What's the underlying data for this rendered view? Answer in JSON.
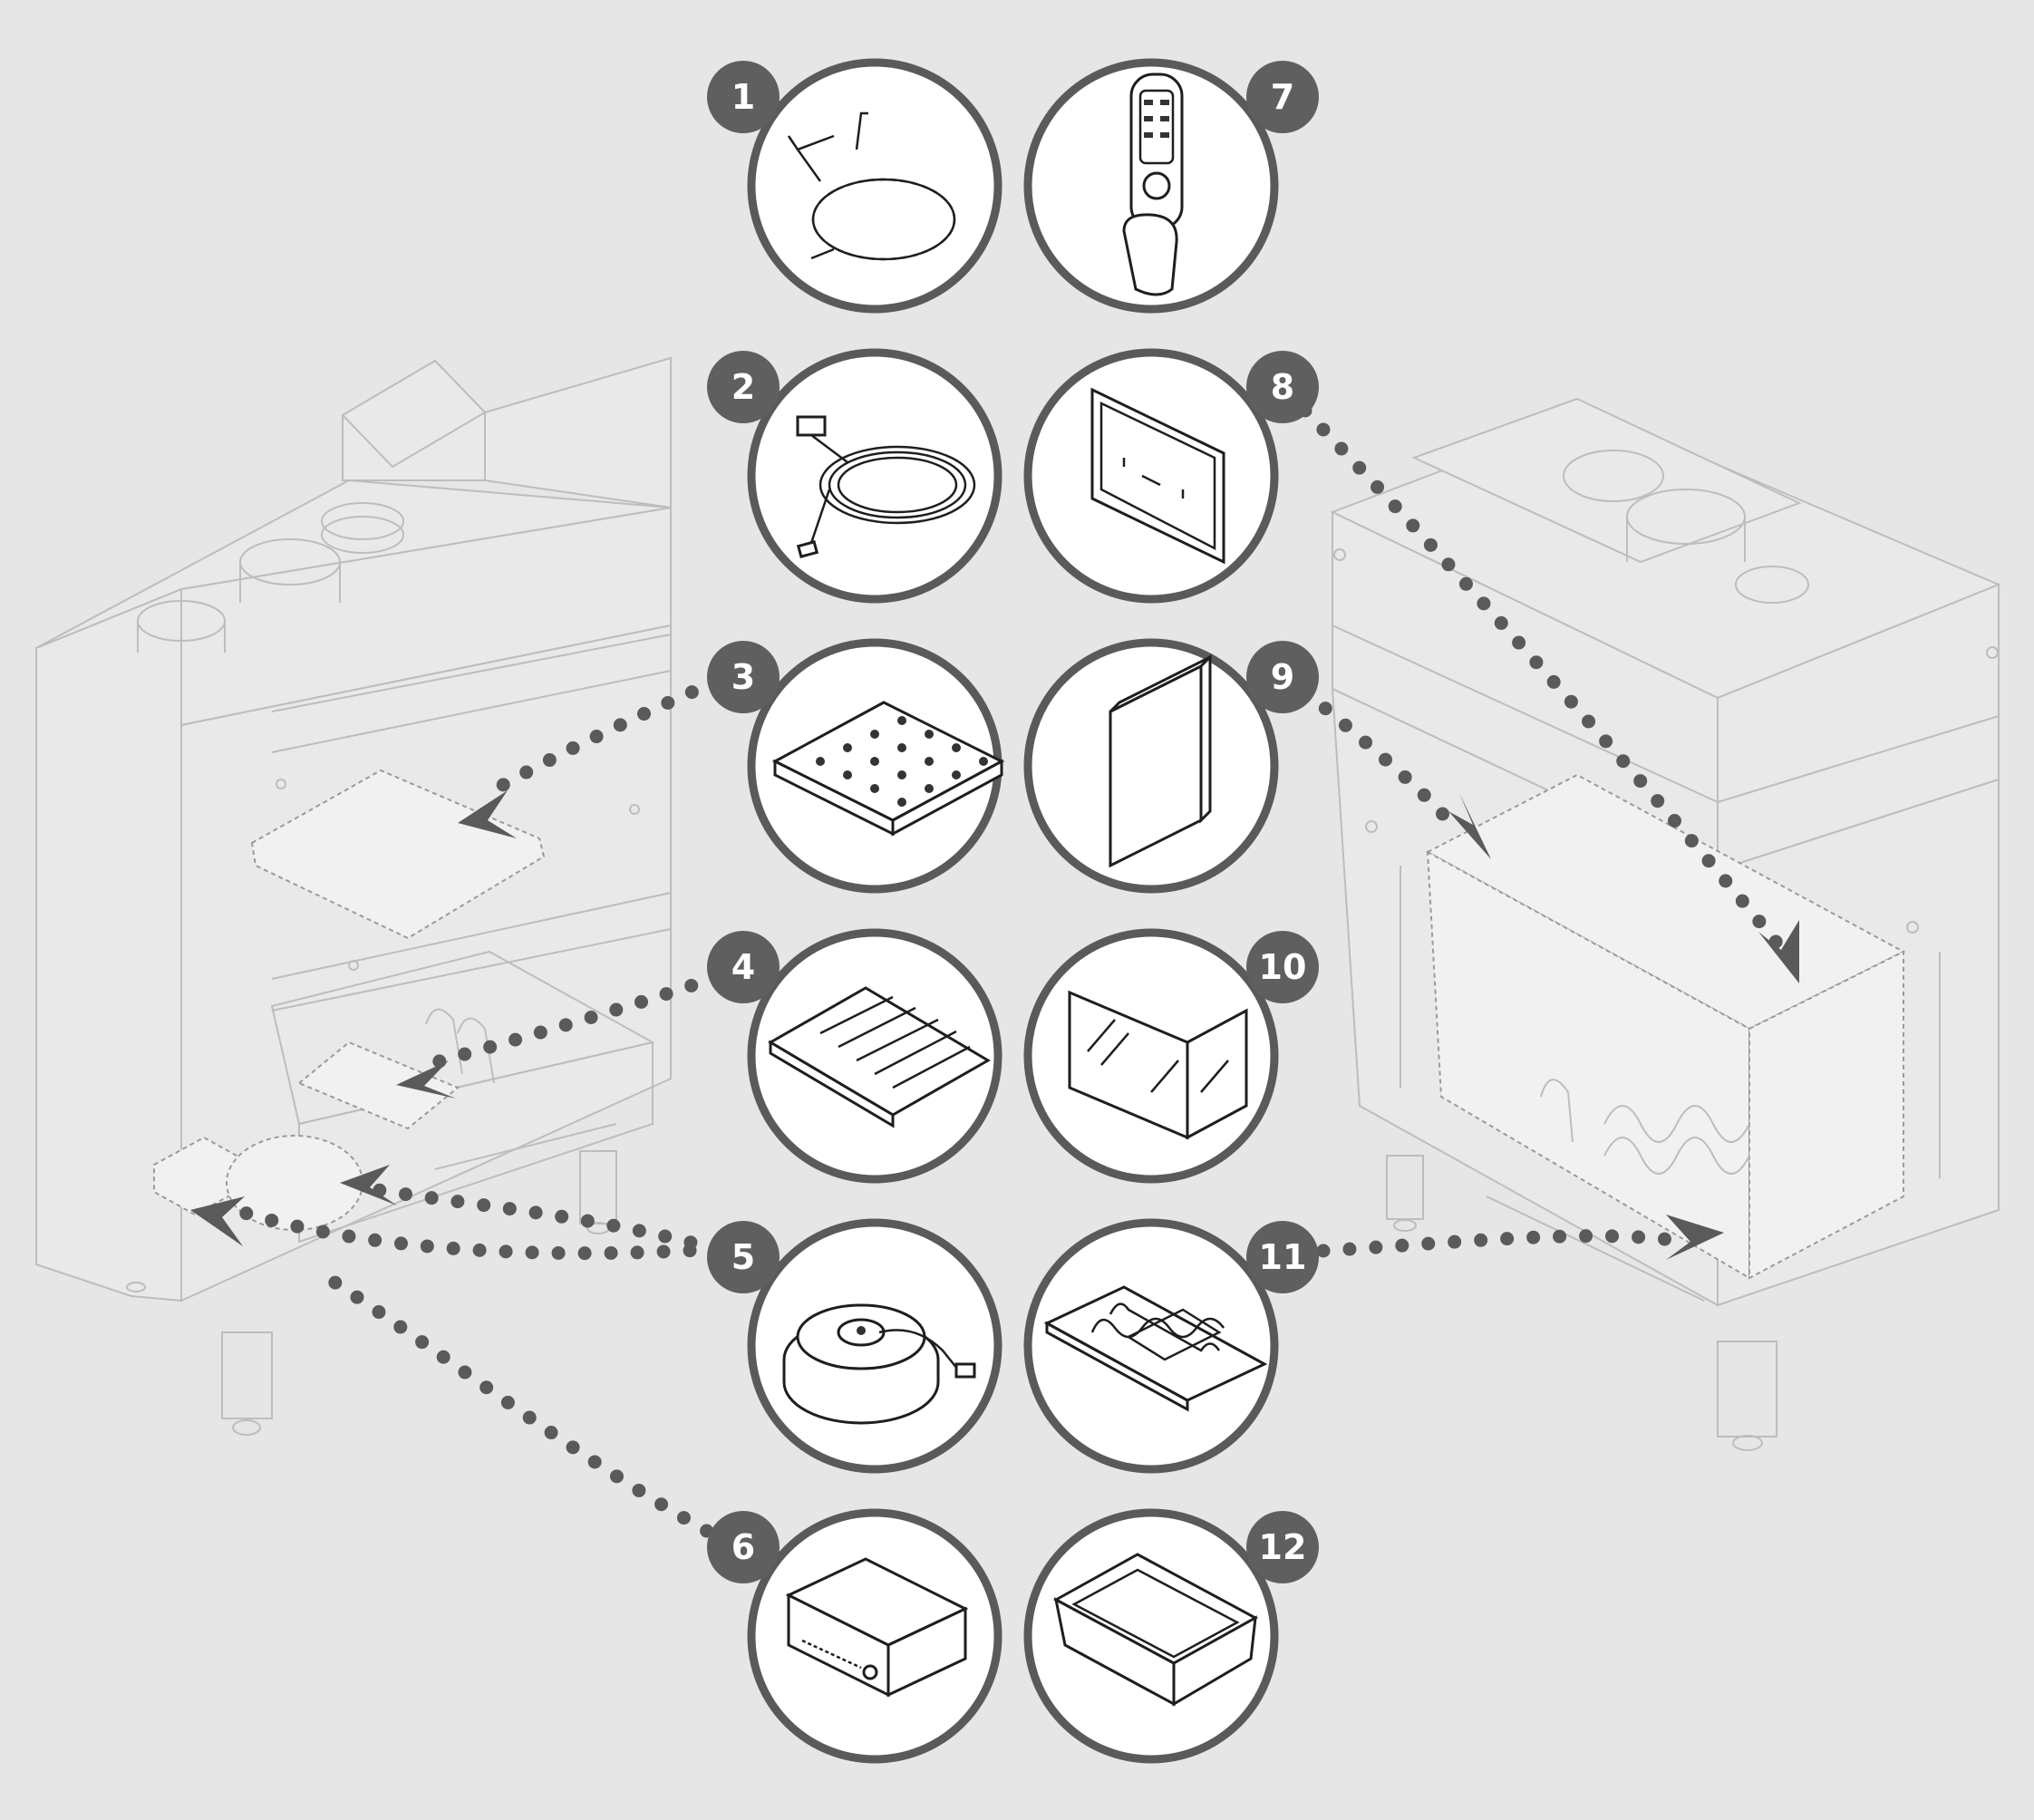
{
  "callouts": [
    {
      "label": "1",
      "icon": "heat-sensor-cable-icon"
    },
    {
      "label": "2",
      "icon": "temperature-probe-cable-icon"
    },
    {
      "label": "3",
      "icon": "perforated-plate-icon"
    },
    {
      "label": "4",
      "icon": "slotted-grate-icon"
    },
    {
      "label": "5",
      "icon": "fan-blower-icon"
    },
    {
      "label": "6",
      "icon": "control-box-icon"
    },
    {
      "label": "7",
      "icon": "remote-control-icon"
    },
    {
      "label": "8",
      "icon": "wall-panel-icon"
    },
    {
      "label": "9",
      "icon": "insulation-board-icon"
    },
    {
      "label": "10",
      "icon": "glass-panel-icon"
    },
    {
      "label": "11",
      "icon": "log-burner-tray-icon"
    },
    {
      "label": "12",
      "icon": "ash-pan-icon"
    }
  ],
  "colors": {
    "background": "#e6e6e6",
    "ring": "#5a5a5a",
    "badge": "#5f5f5f",
    "dots": "#5a5a5a",
    "fireplace_lines": "#bdbdbd"
  }
}
